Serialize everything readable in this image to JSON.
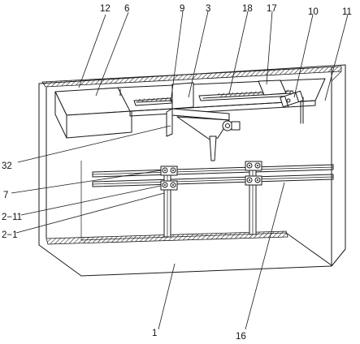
{
  "labels": {
    "l12": "12",
    "l6": "6",
    "l9": "9",
    "l3": "3",
    "l18": "18",
    "l17": "17",
    "l10": "10",
    "l11": "11",
    "l32": "32",
    "l7": "7",
    "l2_11": "2−11",
    "l2_1": "2−1",
    "l1": "1",
    "l16": "16"
  },
  "colors": {
    "line": "#1a1a1a",
    "hatch": "#1a1a1a",
    "background": "#ffffff"
  },
  "icons": {
    "motor": "motor-icon",
    "bolt": "bolt-icon"
  }
}
